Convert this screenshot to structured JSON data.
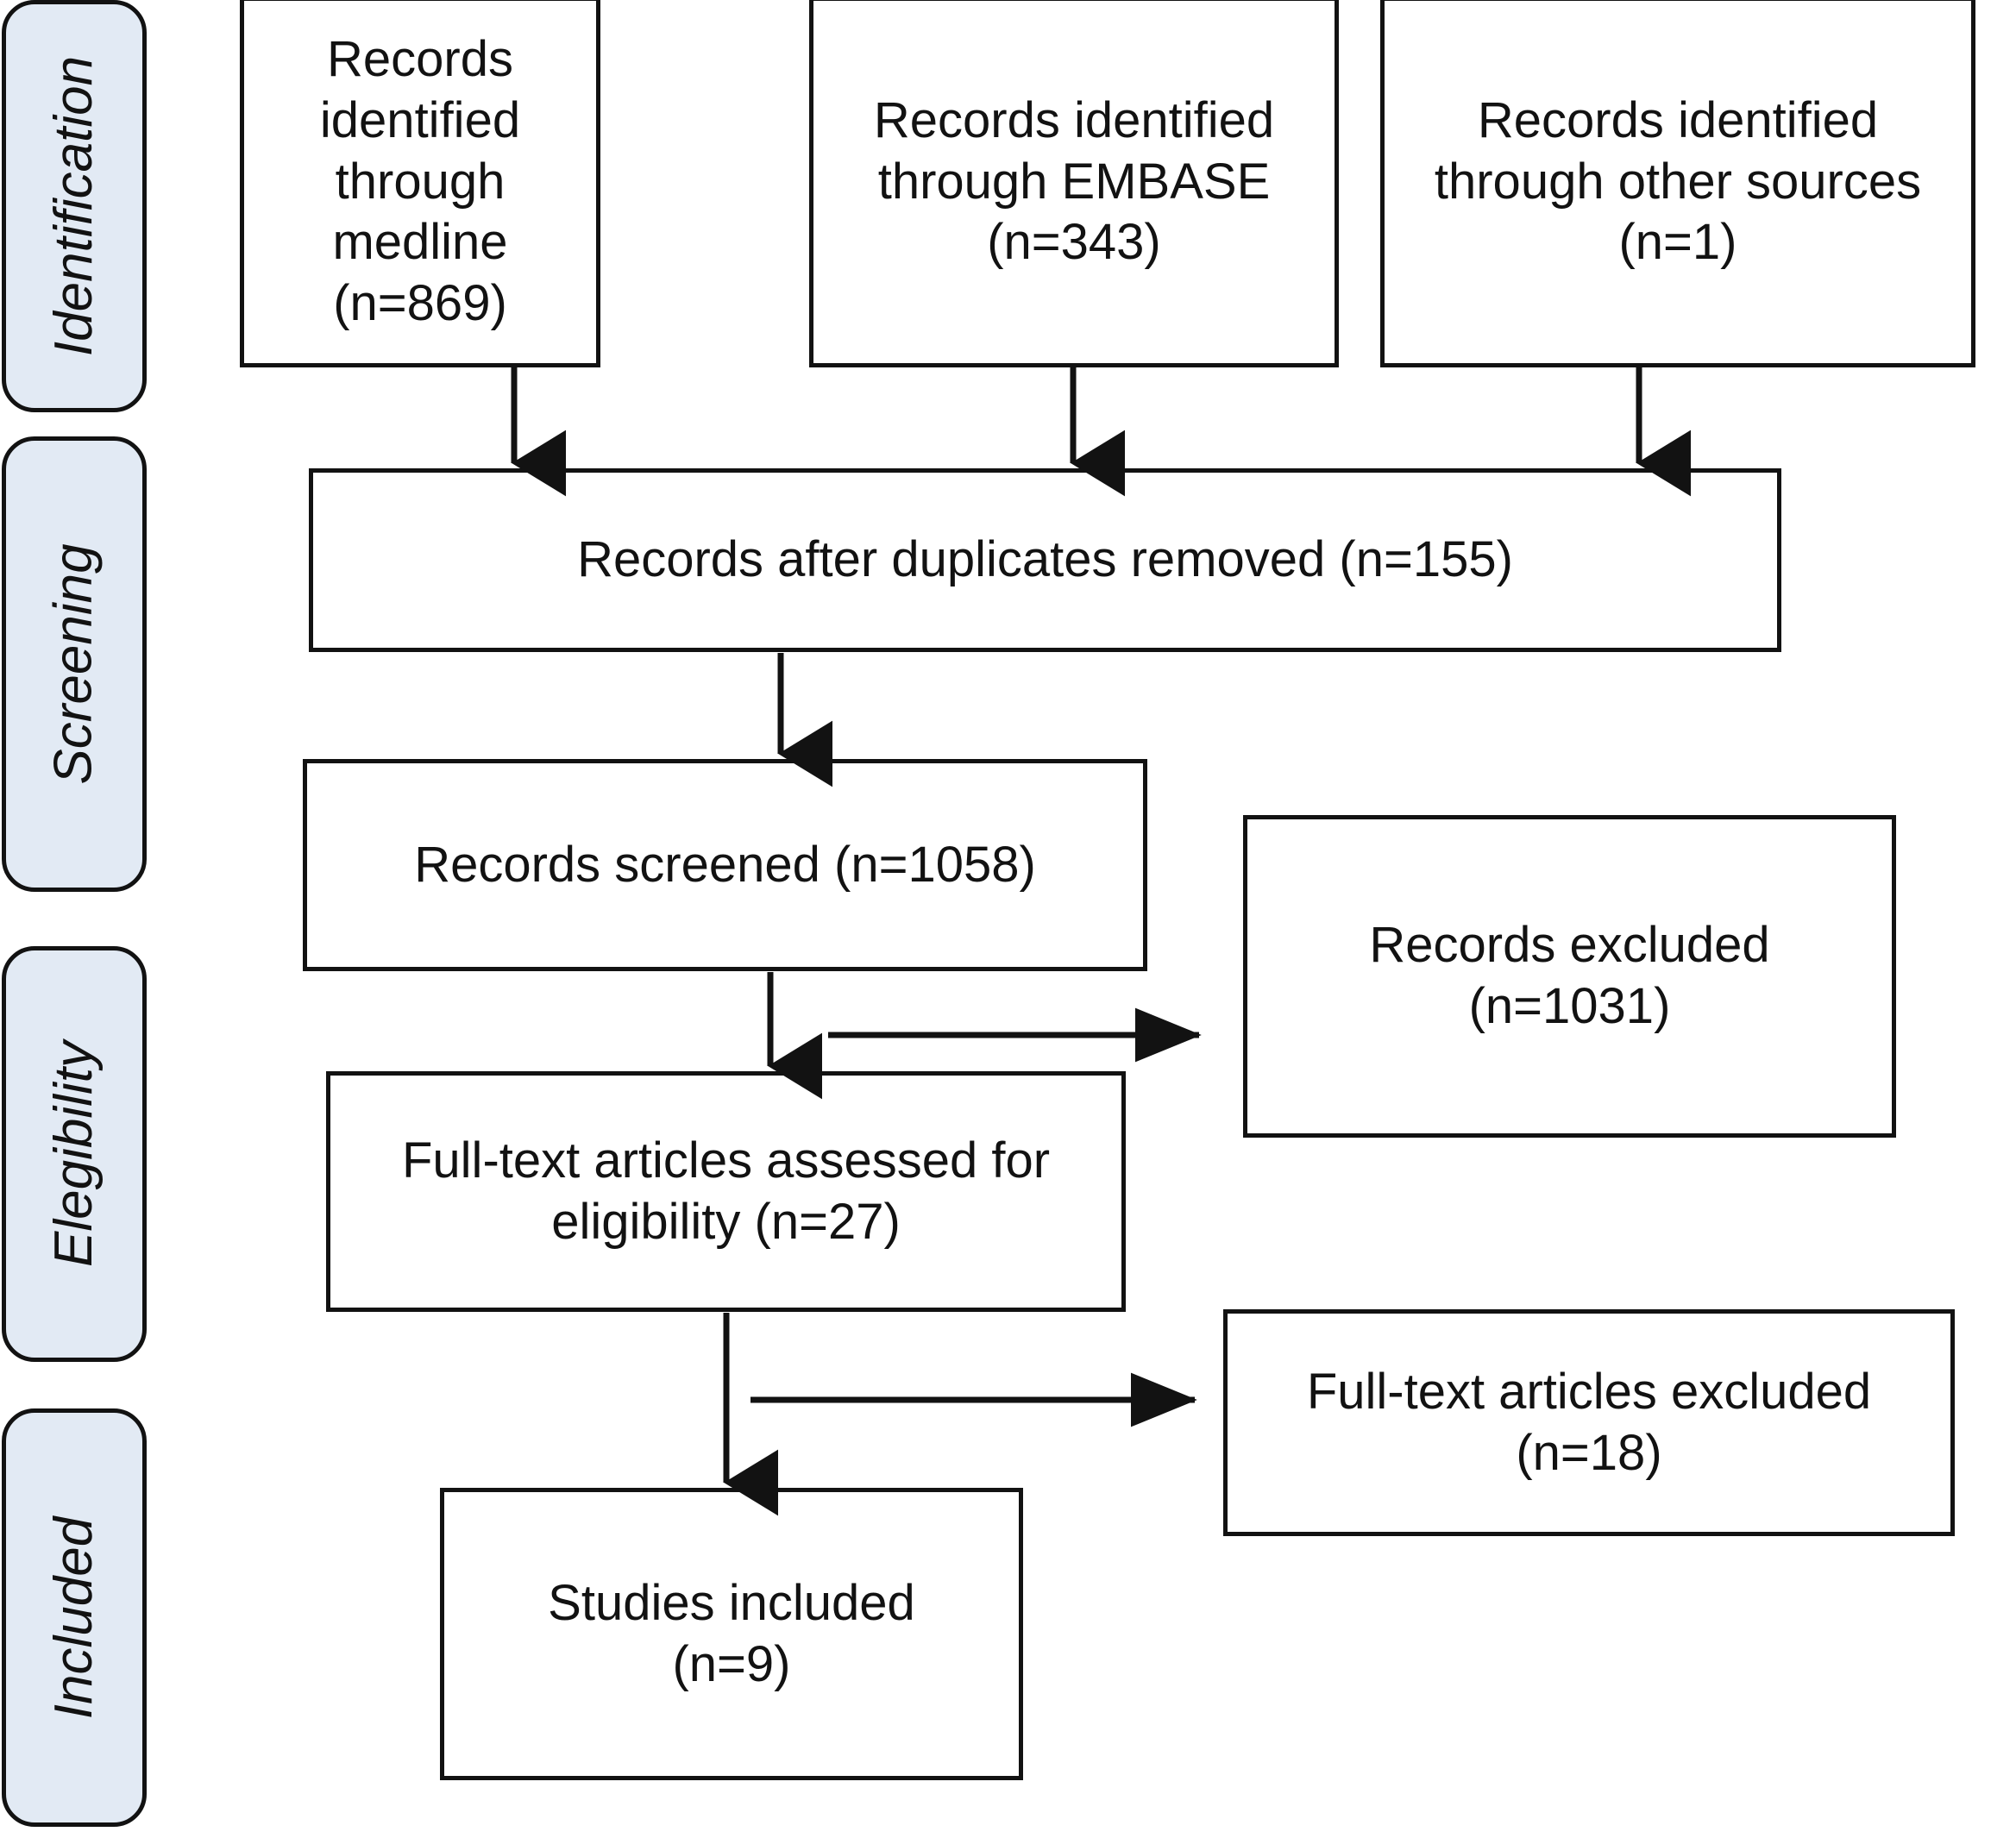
{
  "diagram": {
    "title": "PRISMA flow diagram",
    "colors": {
      "stage_fill": "#e2eaf4",
      "stroke": "#121212",
      "box_fill": "#ffffff"
    }
  },
  "stages": [
    {
      "id": "identification",
      "label": "Identification"
    },
    {
      "id": "screening",
      "label": "Screening"
    },
    {
      "id": "eligibility",
      "label": "Elegibility"
    },
    {
      "id": "included",
      "label": "Included"
    }
  ],
  "boxes": {
    "records_medline": {
      "text": "Records identified\nthrough medline\n(n=869)",
      "count": 869,
      "source": "medline"
    },
    "records_embase": {
      "text": "Records identified\nthrough EMBASE\n(n=343)",
      "count": 343,
      "source": "EMBASE"
    },
    "records_other": {
      "text": "Records identified\nthrough other sources\n(n=1)",
      "count": 1,
      "source": "other sources"
    },
    "duplicates_removed": {
      "text": "Records after duplicates removed (n=155)",
      "count": 155
    },
    "records_screened": {
      "text": "Records screened (n=1058)",
      "count": 1058
    },
    "records_excluded": {
      "text": "Records excluded\n(n=1031)",
      "count": 1031
    },
    "fulltext_assessed": {
      "text": "Full-text articles assessed for\neligibility (n=27)",
      "count": 27
    },
    "fulltext_excluded": {
      "text": "Full-text articles excluded\n(n=18)",
      "count": 18
    },
    "studies_included": {
      "text": "Studies included\n(n=9)",
      "count": 9
    }
  },
  "chart_data": {
    "type": "diagram",
    "title": "PRISMA flow diagram",
    "nodes": [
      {
        "id": "records_medline",
        "stage": "Identification",
        "label": "Records identified through medline",
        "n": 869
      },
      {
        "id": "records_embase",
        "stage": "Identification",
        "label": "Records identified through EMBASE",
        "n": 343
      },
      {
        "id": "records_other",
        "stage": "Identification",
        "label": "Records identified through other sources",
        "n": 1
      },
      {
        "id": "duplicates_removed",
        "stage": "Screening",
        "label": "Records after duplicates removed",
        "n": 155
      },
      {
        "id": "records_screened",
        "stage": "Screening",
        "label": "Records screened",
        "n": 1058
      },
      {
        "id": "records_excluded",
        "stage": "Eligibility",
        "label": "Records excluded",
        "n": 1031
      },
      {
        "id": "fulltext_assessed",
        "stage": "Eligibility",
        "label": "Full-text articles assessed for eligibility",
        "n": 27
      },
      {
        "id": "fulltext_excluded",
        "stage": "Eligibility",
        "label": "Full-text articles excluded",
        "n": 18
      },
      {
        "id": "studies_included",
        "stage": "Included",
        "label": "Studies included",
        "n": 9
      }
    ],
    "edges": [
      {
        "from": "records_medline",
        "to": "duplicates_removed",
        "direction": "down"
      },
      {
        "from": "records_embase",
        "to": "duplicates_removed",
        "direction": "down"
      },
      {
        "from": "records_other",
        "to": "duplicates_removed",
        "direction": "down"
      },
      {
        "from": "duplicates_removed",
        "to": "records_screened",
        "direction": "down"
      },
      {
        "from": "records_screened",
        "to": "fulltext_assessed",
        "direction": "down"
      },
      {
        "from": "records_screened",
        "to": "records_excluded",
        "direction": "right"
      },
      {
        "from": "fulltext_assessed",
        "to": "studies_included",
        "direction": "down"
      },
      {
        "from": "fulltext_assessed",
        "to": "fulltext_excluded",
        "direction": "right"
      }
    ]
  }
}
